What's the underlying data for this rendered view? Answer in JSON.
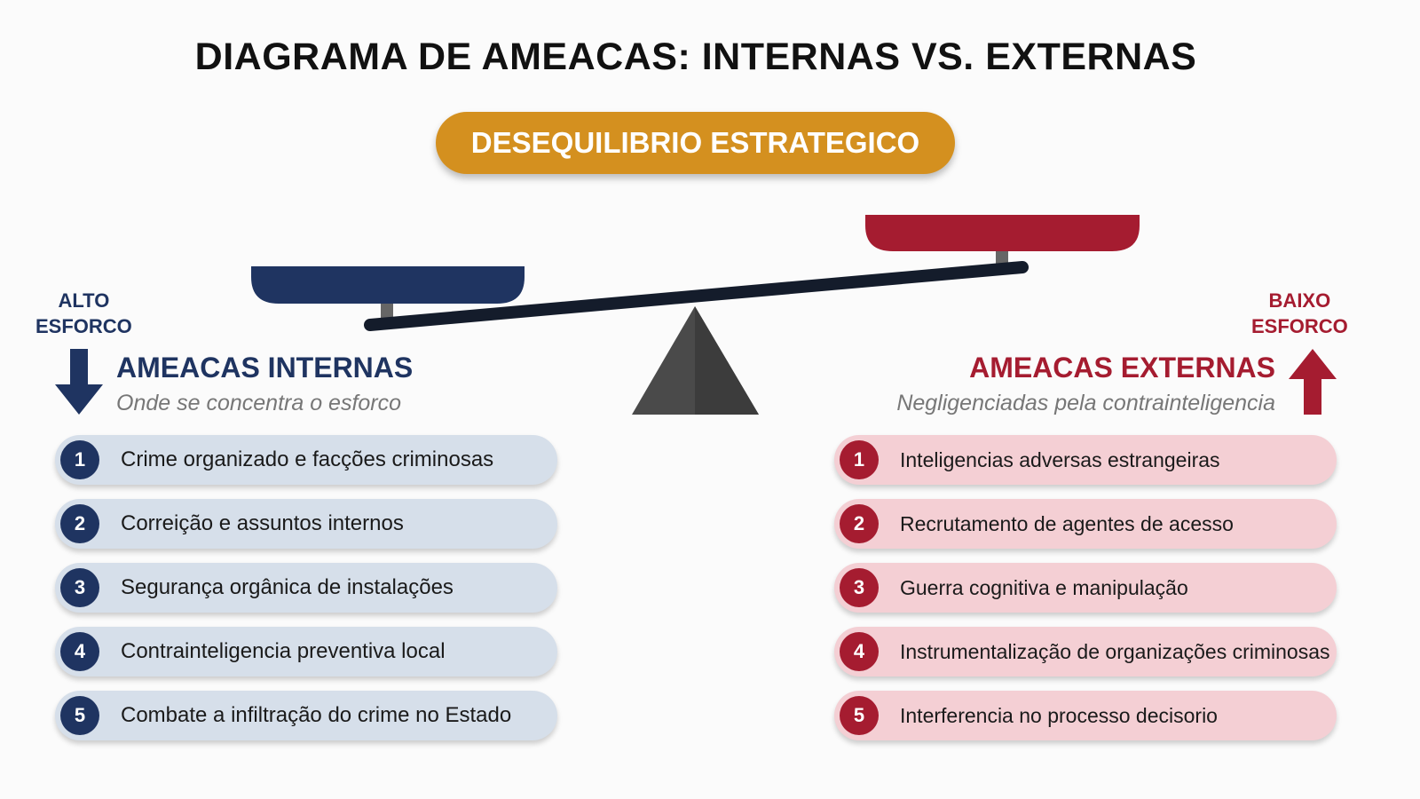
{
  "title": "DIAGRAMA DE AMEACAS: INTERNAS VS. EXTERNAS",
  "banner": "DESEQUILIBRIO ESTRATEGICO",
  "colors": {
    "internal": "#1f3461",
    "external": "#a51c30",
    "banner": "#d4901f",
    "beam": "#141c2b",
    "fulcrum": "#4a4a4a"
  },
  "internal": {
    "effort_line1": "ALTO",
    "effort_line2": "ESFORCO",
    "heading": "AMEACAS INTERNAS",
    "subtitle": "Onde se concentra o esforco",
    "arrow_icon": "arrow-down-icon",
    "items": [
      {
        "n": "1",
        "text": "Crime organizado e facções criminosas"
      },
      {
        "n": "2",
        "text": "Correição e assuntos internos"
      },
      {
        "n": "3",
        "text": "Segurança orgânica de instalações"
      },
      {
        "n": "4",
        "text": "Contrainteligencia preventiva local"
      },
      {
        "n": "5",
        "text": "Combate a infiltração do crime no Estado"
      }
    ]
  },
  "external": {
    "effort_line1": "BAIXO",
    "effort_line2": "ESFORCO",
    "heading": "AMEACAS EXTERNAS",
    "subtitle": "Negligenciadas pela contrainteligencia",
    "arrow_icon": "arrow-up-icon",
    "items": [
      {
        "n": "1",
        "text": "Inteligencias adversas estrangeiras"
      },
      {
        "n": "2",
        "text": "Recrutamento de agentes de acesso"
      },
      {
        "n": "3",
        "text": "Guerra cognitiva e manipulação"
      },
      {
        "n": "4",
        "text": "Instrumentalização de organizações criminosas"
      },
      {
        "n": "5",
        "text": "Interferencia no processo decisorio"
      }
    ]
  }
}
